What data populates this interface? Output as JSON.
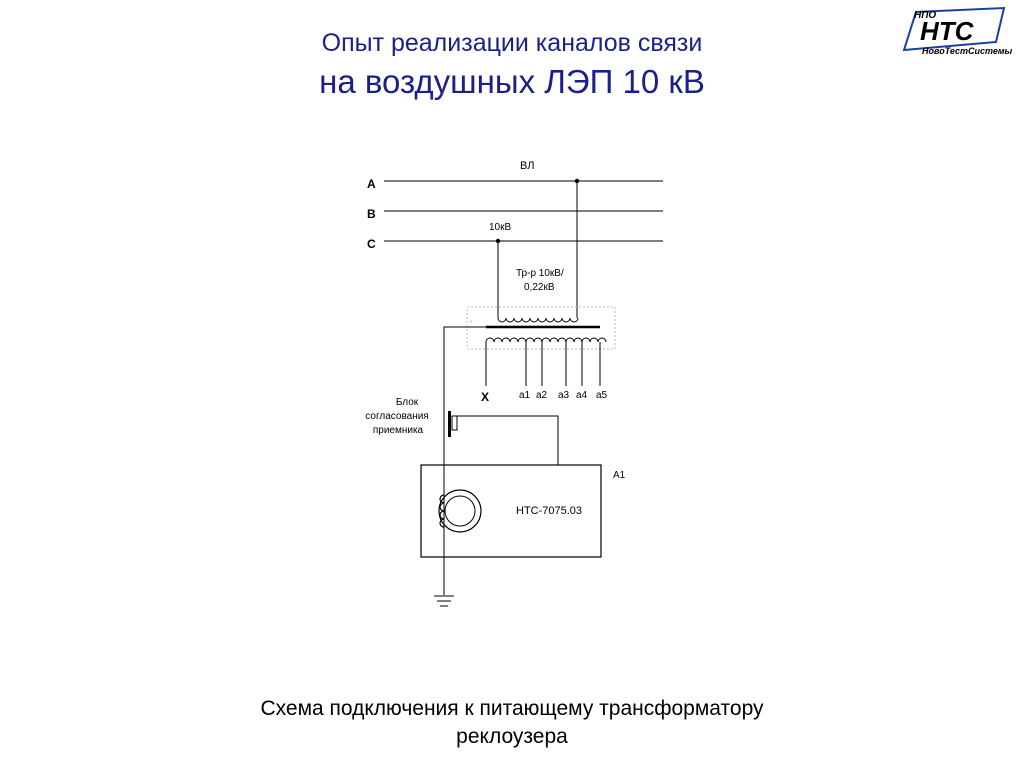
{
  "header": {
    "title_line1": "Опыт реализации каналов связи",
    "title_line2": "на воздушных ЛЭП 10 кВ"
  },
  "logo": {
    "top_text": "НПО",
    "main_text": "НТС",
    "sub_text": "НовоТестСистемы",
    "color": "#1a3fa0"
  },
  "diagram": {
    "line_label": "ВЛ",
    "phases": [
      "A",
      "B",
      "C"
    ],
    "voltage_label": "10кВ",
    "transformer_label_1": "Тр-р 10кВ/",
    "transformer_label_2": "0,22кВ",
    "taps": [
      "X",
      "а1",
      "а2",
      "а3",
      "а4",
      "а5"
    ],
    "block_label": [
      "Блок",
      "согласования",
      "приемника"
    ],
    "device_ref": "А1",
    "device_name": "НТС-7075.03",
    "line_color": "#000000",
    "dash_color": "#bbbbbb"
  },
  "caption": {
    "line1": "Схема подключения к питающему трансформатору",
    "line2": "реклоузера"
  }
}
